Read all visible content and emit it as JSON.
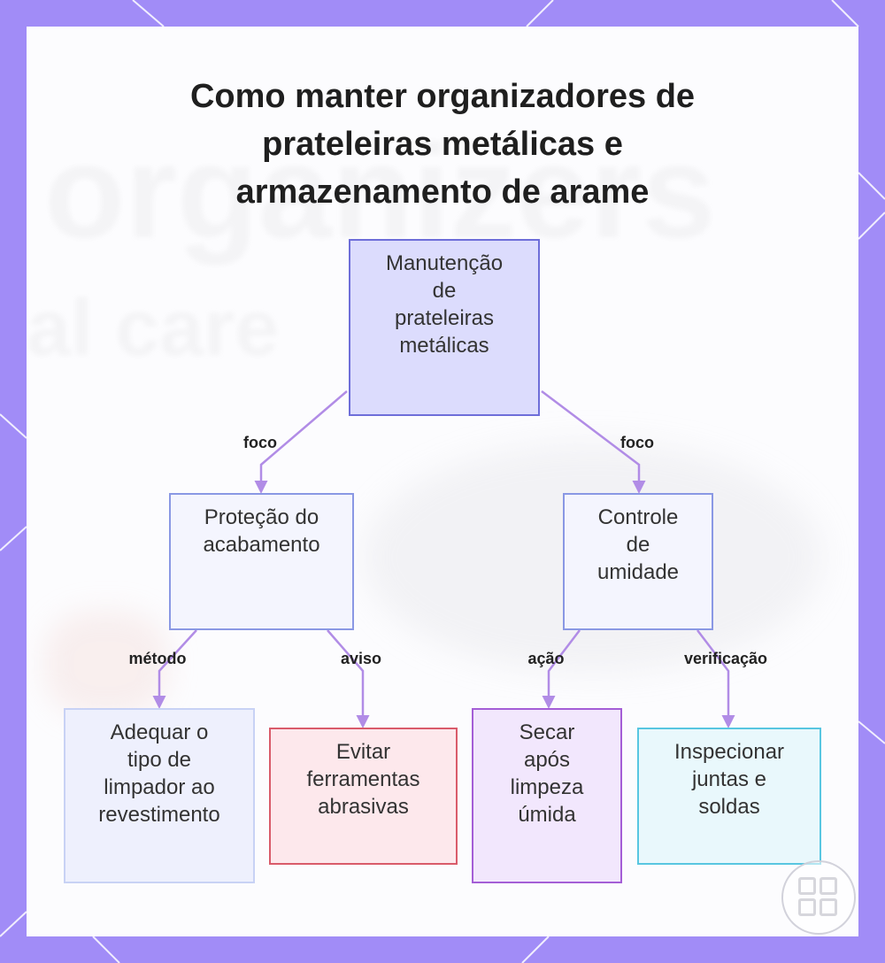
{
  "title": "Como manter organizadores de\nprateleiras metálicas e\narmazenamento de arame",
  "nodes": {
    "root": "Manutenção\nde\nprateleiras\nmetálicas",
    "protecao": "Proteção do\nacabamento",
    "umidade": "Controle\nde\numidade",
    "limpador": "Adequar o\ntipo de\nlimpador ao\nrevestimento",
    "abrasivas": "Evitar\nferramentas\nabrasivas",
    "secar": "Secar\napós\nlimpeza\númida",
    "juntas": "Inspecionar\njuntas e\nsoldas"
  },
  "edge_labels": {
    "foco_left": "foco",
    "foco_right": "foco",
    "metodo": "método",
    "aviso": "aviso",
    "acao": "ação",
    "verificacao": "verificação"
  },
  "colors": {
    "frame": "#a18cf7",
    "connector": "#b18ce6",
    "root_fill": "#dcdcfd",
    "root_border": "#6e6ed9",
    "mid_fill": "#f4f5fe",
    "mid_border": "#8a98e4",
    "limpador_fill": "#eef0fd",
    "limpador_border": "#c8d2f5",
    "abrasivas_fill": "#fde8ec",
    "abrasivas_border": "#d95b6a",
    "secar_fill": "#f2e7fd",
    "secar_border": "#a45ed6",
    "juntas_fill": "#e9f8fc",
    "juntas_border": "#58c6e1"
  },
  "icons": {
    "logo": "grid-squares-logo-icon"
  }
}
